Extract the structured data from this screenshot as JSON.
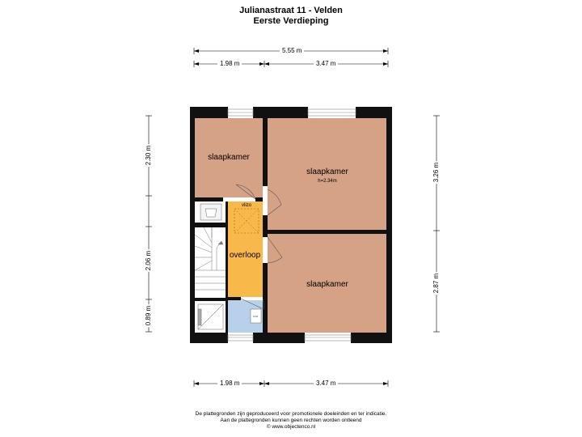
{
  "header": {
    "title": "Julianastraat 11 - Velden",
    "subtitle": "Eerste Verdieping"
  },
  "dimensions": {
    "top_total": "5.55 m",
    "top_left": "1.98 m",
    "top_right": "3.47 m",
    "bottom_left": "1.98 m",
    "bottom_right": "3.47 m",
    "left_upper": "2.30 m",
    "left_middle": "2.06 m",
    "left_lower": "0.89 m",
    "right_upper": "3.26 m",
    "right_lower": "2.87 m"
  },
  "rooms": {
    "bedroom_small": "slaapkamer",
    "bedroom_large": "slaapkamer",
    "bedroom_large_height": "h=2.34m",
    "bedroom_bottom": "slaapkamer",
    "landing": "overloop",
    "attic_hatch": "vlizo"
  },
  "colors": {
    "bedroom": "#d5a286",
    "landing": "#f9b84a",
    "bathroom": "#b8d0ea",
    "wall": "#111111"
  },
  "footer": {
    "line1": "De plattegronden zijn geproduceerd voor promotionele doeleinden en ter indicatie.",
    "line2": "Aan de plattegronden kunnen geen rechten worden ontleend",
    "line3": "© www.objectenco.nl"
  }
}
